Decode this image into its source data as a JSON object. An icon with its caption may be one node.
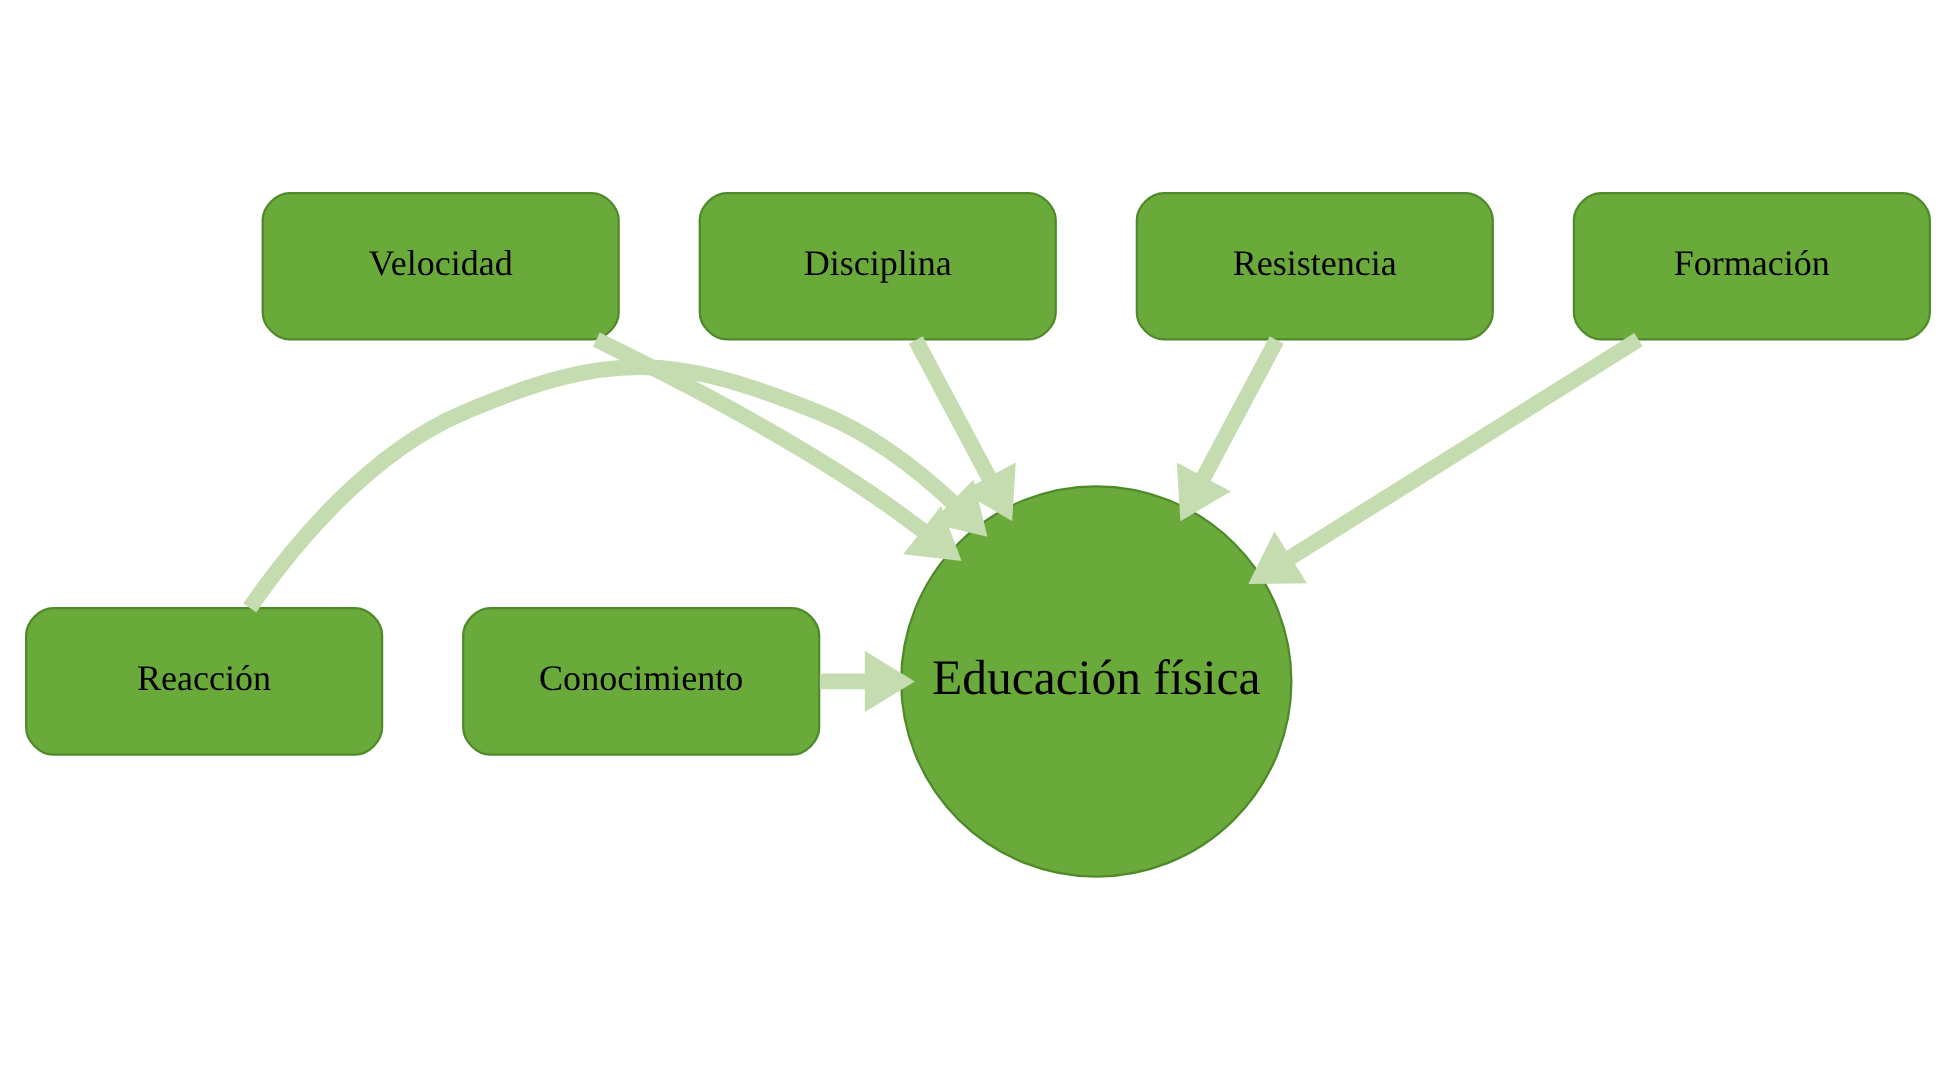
{
  "diagram": {
    "nodes": [
      {
        "text": [
          "Velocidad"
        ]
      },
      {
        "text": [
          "Disciplina"
        ]
      },
      {
        "text": [
          "Resistencia"
        ]
      },
      {
        "text": [
          "Formación"
        ]
      },
      {
        "text": [
          "Reacción"
        ]
      },
      {
        "text": [
          "Educación física"
        ]
      },
      {
        "text": [
          "Conocimiento"
        ]
      }
    ],
    "edges": [
      {
        "from": 4,
        "to": 5,
        "arrow": "to"
      },
      {
        "from": 2,
        "to": 5,
        "arrow": "to"
      },
      {
        "from": 0,
        "to": 5,
        "arrow": "to"
      },
      {
        "from": 1,
        "to": 5,
        "arrow": "to"
      },
      {
        "from": 3,
        "to": 5,
        "arrow": "to"
      },
      {
        "from": 6,
        "to": 5,
        "arrow": "to"
      }
    ]
  }
}
